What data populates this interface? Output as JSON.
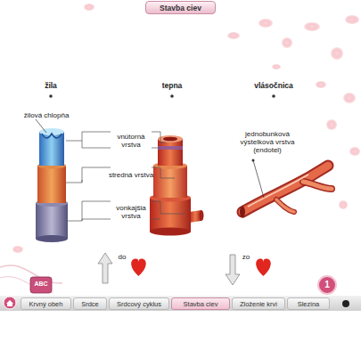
{
  "diagram": {
    "title": "Stavba ciev",
    "nodes": [
      {
        "text": [
          "Krvný obeh"
        ]
      },
      {
        "text": [
          "Srdce"
        ]
      },
      {
        "text": [
          "Srdcový cyklus"
        ]
      },
      {
        "text": [
          "Stavba ciev"
        ]
      },
      {
        "text": [
          "Zloženie krvi"
        ]
      },
      {
        "text": [
          "Slezina"
        ]
      }
    ],
    "edges": [],
    "labels": [
      "žila",
      "tepna",
      "vlásočnica",
      "žilová chlopňa",
      "vnútorná vrstva",
      "stredná vrstva",
      "vonkajšia vrstva",
      "jednobunková výstelková vrstva (endotel)",
      "do",
      "zo",
      "ABC",
      "1"
    ]
  }
}
